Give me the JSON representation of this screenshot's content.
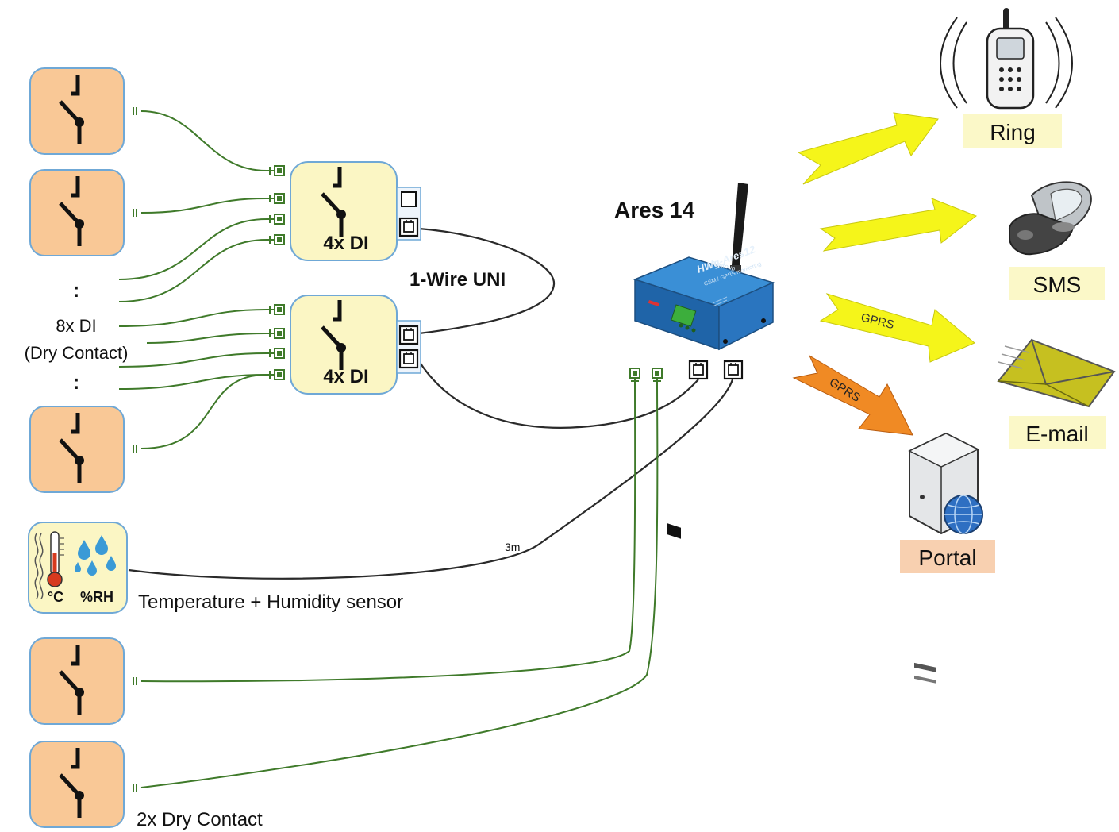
{
  "device": {
    "name": "Ares 14",
    "case_label": "HWg-Ares12",
    "case_sublabel": "GSM / GPRS monitoring",
    "case_brand": "hwgroup"
  },
  "modules": {
    "label": "4x DI"
  },
  "bus": {
    "label": "1-Wire UNI"
  },
  "inputs": {
    "dots": ":",
    "count_label": "8x DI",
    "type_label": "(Dry Contact)"
  },
  "sensor": {
    "unit_c": "°C",
    "unit_rh": "%RH",
    "label": "Temperature + Humidity sensor",
    "cable": "3m"
  },
  "dry_contacts": {
    "label": "2x Dry Contact"
  },
  "channels": {
    "ring": "Ring",
    "sms": "SMS",
    "email": "E-mail",
    "portal": "Portal",
    "gprs": "GPRS"
  },
  "colors": {
    "contact_fill": "#f9c896",
    "contact_stroke": "#6fa8d6",
    "module_fill": "#fbf6c4",
    "wire_green": "#3f7a2a",
    "wire_black": "#2a2a2a",
    "arrow_yellow": "#f5f51a",
    "arrow_orange": "#f08a24",
    "device_blue": "#2f7fc8",
    "label_yellow": "#fbf8c8",
    "label_peach": "#f8d0b0"
  },
  "icons": {
    "switch": "switch-icon",
    "phone": "ringing-phone-icon",
    "flip_phone": "flip-phone-icon",
    "envelope": "envelope-icon",
    "server": "server-globe-icon",
    "thermometer": "thermometer-icon",
    "droplets": "droplets-icon",
    "antenna": "antenna-icon",
    "rj_port": "rj-port-icon",
    "green_port": "green-port-icon"
  }
}
